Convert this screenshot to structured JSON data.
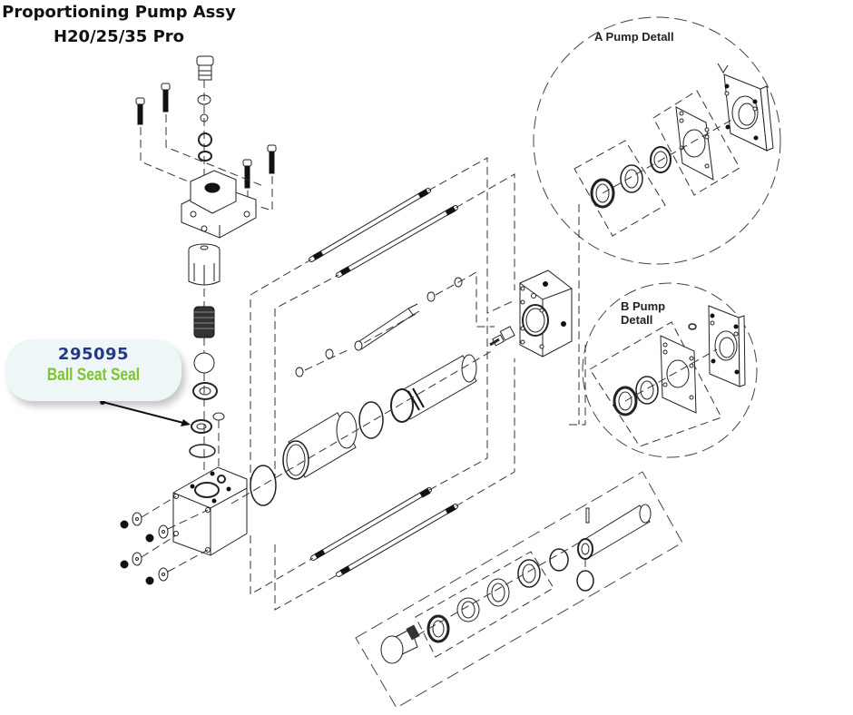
{
  "title": {
    "line1": "Proportioning Pump Assy",
    "line2": "H20/25/35 Pro"
  },
  "callout": {
    "part_number": "295095",
    "part_name": "Ball Seat Seal",
    "part_number_color": "#253a86",
    "part_name_color": "#7cc52a"
  },
  "details": {
    "a_label": "A Pump Detall",
    "b_label": "B Pump Detall"
  }
}
